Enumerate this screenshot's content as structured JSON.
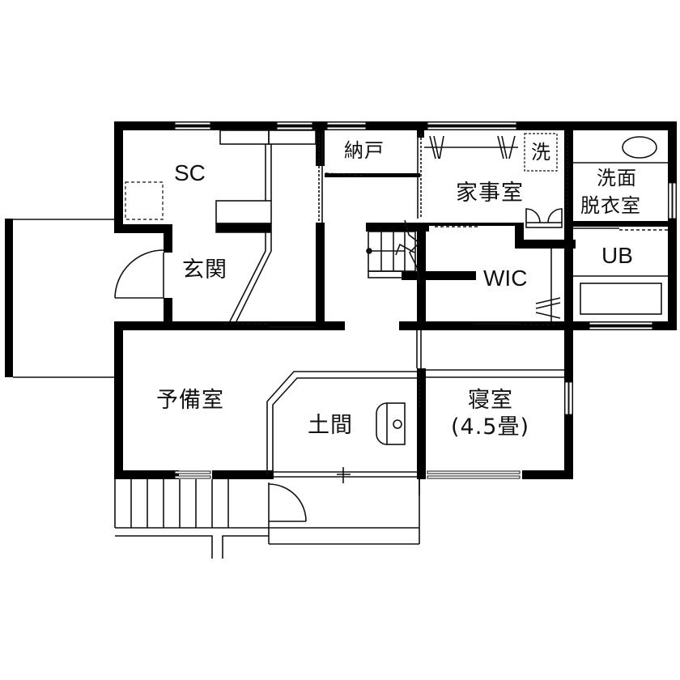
{
  "floor_plan": {
    "colors": {
      "wall": "#000000",
      "line": "#111111",
      "background": "#ffffff"
    },
    "rooms": [
      {
        "id": "sc",
        "label": "SC"
      },
      {
        "id": "entrance",
        "label": "玄関"
      },
      {
        "id": "storage",
        "label": "納戸"
      },
      {
        "id": "utility",
        "label": "家事室"
      },
      {
        "id": "washer",
        "label": "洗"
      },
      {
        "id": "washroom",
        "label_line1": "洗面",
        "label_line2": "脱衣室"
      },
      {
        "id": "unit-bath",
        "label": "UB"
      },
      {
        "id": "walk-in-closet",
        "label": "WIC"
      },
      {
        "id": "spare-room",
        "label": "予備室"
      },
      {
        "id": "earthen-floor",
        "label": "土間"
      },
      {
        "id": "bedroom",
        "label_line1": "寝室",
        "label_line2": "(4.5畳)"
      }
    ]
  }
}
